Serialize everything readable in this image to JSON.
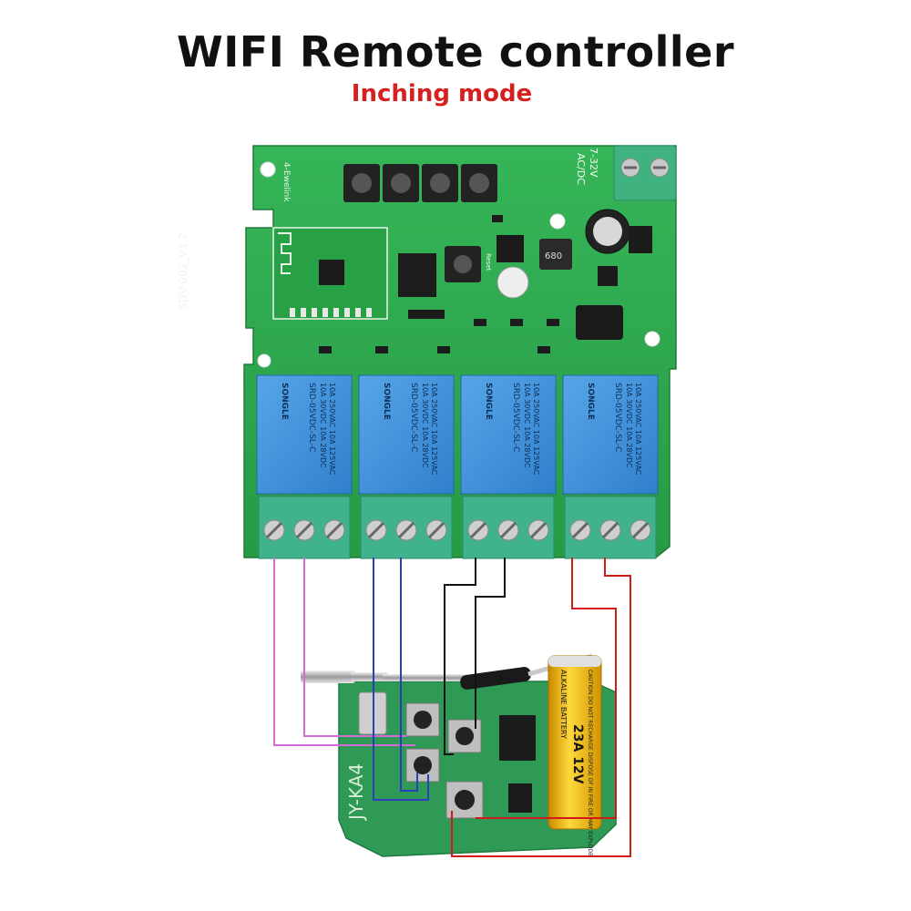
{
  "header": {
    "title": "WIFI Remote controller",
    "subtitle": "Inching mode"
  },
  "board": {
    "model": "SDV-002_V1.2",
    "brand": "4-Ewelink",
    "power_label": "7-32V",
    "power_type": "AC/DC",
    "inductor_label": "680",
    "reset_label": "Reset",
    "relays": [
      {
        "brand": "SONGLE",
        "model": "SRD-05VDC-SL-C",
        "rating1": "10A 250VAC 10A 125VAC",
        "rating2": "10A 30VDC 10A 28VDC"
      },
      {
        "brand": "SONGLE",
        "model": "SRD-05VDC-SL-C",
        "rating1": "10A 250VAC 10A 125VAC",
        "rating2": "10A 30VDC 10A 28VDC"
      },
      {
        "brand": "SONGLE",
        "model": "SRD-05VDC-SL-C",
        "rating1": "10A 250VAC 10A 125VAC",
        "rating2": "10A 30VDC 10A 28VDC"
      },
      {
        "brand": "SONGLE",
        "model": "SRD-05VDC-SL-C",
        "rating1": "10A 250VAC 10A 125VAC",
        "rating2": "10A 30VDC 10A 28VDC"
      }
    ]
  },
  "remote": {
    "model": "JY-KA4",
    "battery_brand": "ALKALINE BATTERY",
    "battery_type": "23A 12V",
    "battery_caution": "CAUTION DO NOT RECHARGE DISPOSE OF IN FIRE OR MAY EXPLODE"
  },
  "colors": {
    "pcb": "#2fa84f",
    "relay": "#3e8fd6",
    "terminal": "#3fb28a",
    "wire1": "#d36ad6",
    "wire2": "#2b3fb8",
    "wire3": "#111111",
    "wire4": "#d11a1a",
    "subtitle": "#d61f1f"
  }
}
